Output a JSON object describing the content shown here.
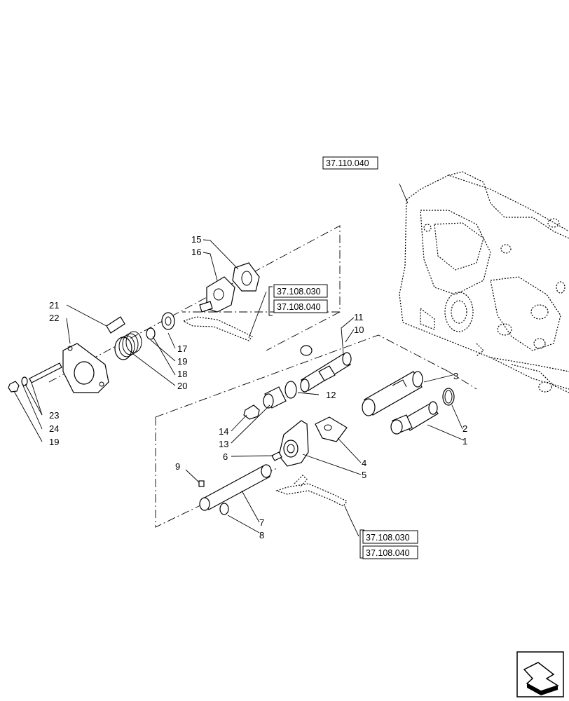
{
  "callouts": [
    "1",
    "2",
    "3",
    "4",
    "5",
    "6",
    "7",
    "8",
    "9",
    "10",
    "11",
    "12",
    "13",
    "14",
    "15",
    "16",
    "17",
    "18",
    "19",
    "20",
    "21",
    "22",
    "23",
    "24"
  ],
  "extra_callout_19b": "19",
  "refs": {
    "housing": "37.110.040",
    "upper_a": "37.108.030",
    "upper_b": "37.108.040",
    "lower_a": "37.108.030",
    "lower_b": "37.108.040"
  },
  "nav_icon": "next-page-arrow-icon"
}
